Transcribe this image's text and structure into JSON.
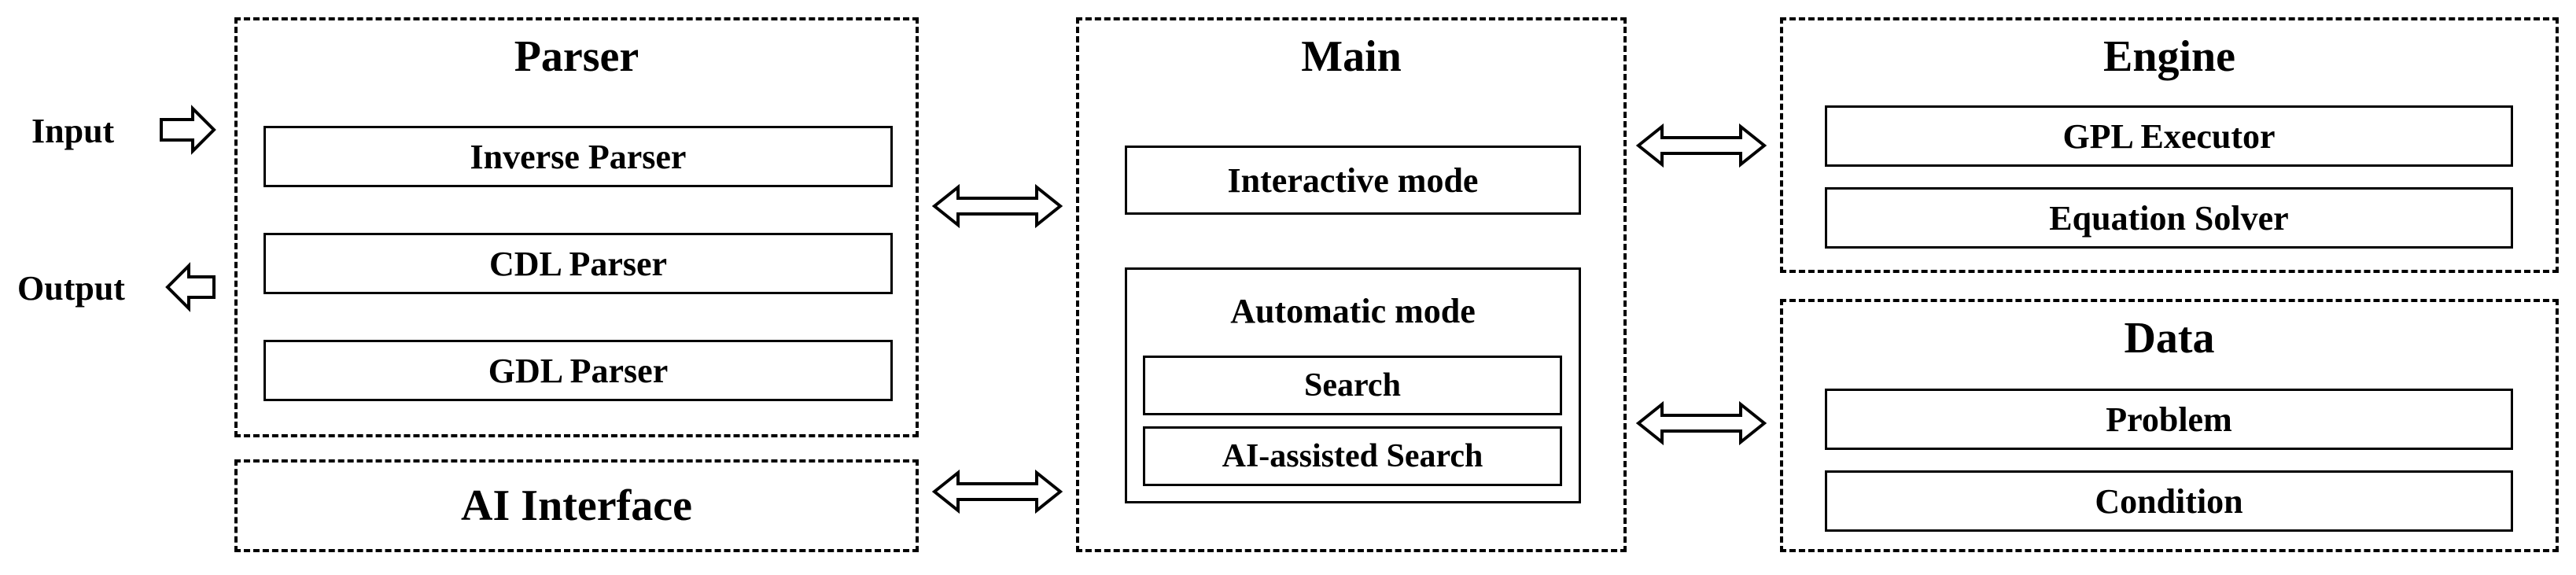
{
  "io": {
    "input": "Input",
    "output": "Output"
  },
  "parser": {
    "title": "Parser",
    "items": [
      "Inverse Parser",
      "CDL Parser",
      "GDL Parser"
    ]
  },
  "ai_interface": {
    "title": "AI Interface"
  },
  "main": {
    "title": "Main",
    "interactive": "Interactive mode",
    "automatic": {
      "title": "Automatic mode",
      "items": [
        "Search",
        "AI-assisted Search"
      ]
    }
  },
  "engine": {
    "title": "Engine",
    "items": [
      "GPL Executor",
      "Equation Solver"
    ]
  },
  "data": {
    "title": "Data",
    "items": [
      "Problem",
      "Condition"
    ]
  }
}
